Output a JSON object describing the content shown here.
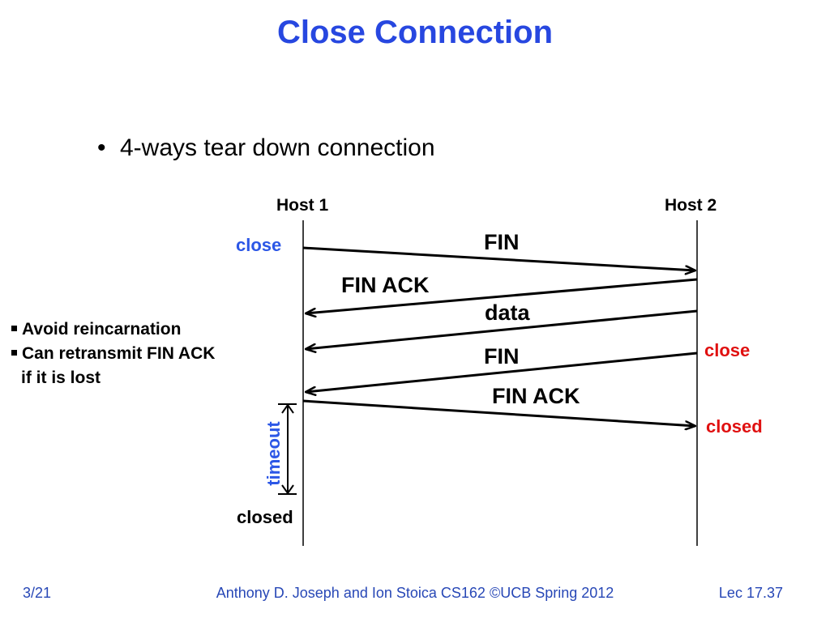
{
  "slide": {
    "title": "Close Connection",
    "bullet": "4-ways tear down connection",
    "bullet_marker": "•"
  },
  "diagram": {
    "host1_label": "Host 1",
    "host2_label": "Host 2",
    "messages": [
      {
        "label": "FIN",
        "from": "Host 1",
        "to": "Host 2"
      },
      {
        "label": "FIN ACK",
        "from": "Host 2",
        "to": "Host 1"
      },
      {
        "label": "data",
        "from": "Host 2",
        "to": "Host 1"
      },
      {
        "label": "FIN",
        "from": "Host 2",
        "to": "Host 1"
      },
      {
        "label": "FIN ACK",
        "from": "Host 1",
        "to": "Host 2"
      }
    ],
    "host1_close": "close",
    "host1_closed": "closed",
    "host2_close": "close",
    "host2_closed": "closed",
    "timeout_label": "timeout",
    "notes": {
      "item1": "Avoid reincarnation",
      "item2_line1": "Can retransmit FIN ACK",
      "item2_line2": "if it is lost"
    }
  },
  "footer": {
    "page": "3/21",
    "credit": "Anthony D. Joseph and Ion Stoica CS162 ©UCB Spring 2012",
    "lecture": "Lec 17.37"
  },
  "colors": {
    "title": "#2747e0",
    "host1_events": "#2c57e6",
    "host2_events": "#e01010",
    "footer": "#2747b6"
  }
}
